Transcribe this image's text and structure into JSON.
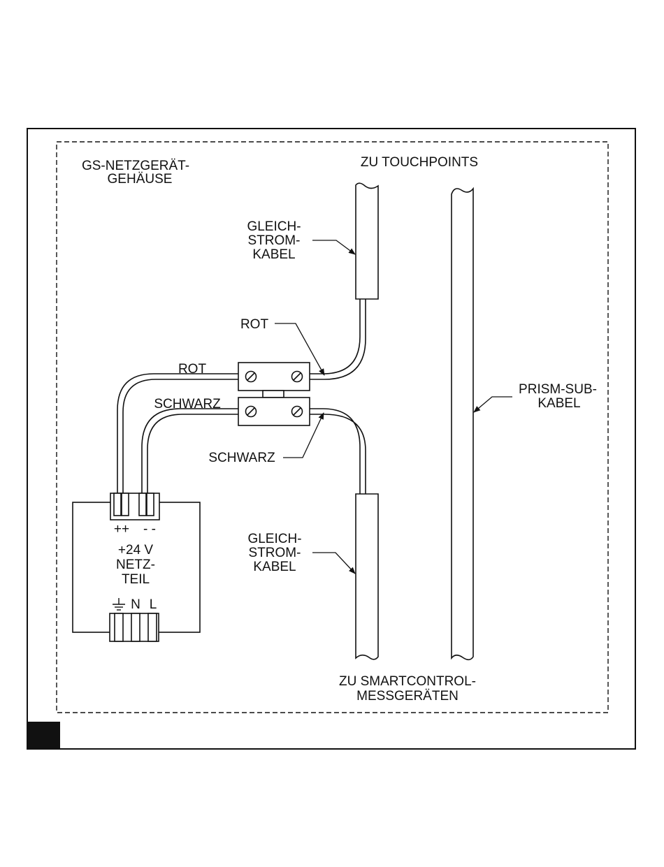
{
  "diagram": {
    "enclosure_label_1": "GS-NETZGERÄT-",
    "enclosure_label_2": "GEHÄUSE",
    "to_touchpoints": "ZU TOUCHPOINTS",
    "dc_cable_top": [
      "GLEICH-",
      "STROM-",
      "KABEL"
    ],
    "rot_top": "ROT",
    "rot_left": "ROT",
    "schwarz_left": "SCHWARZ",
    "schwarz_bottom": "SCHWARZ",
    "prism_cable": [
      "PRISM-SUB-",
      "KABEL"
    ],
    "dc_cable_bottom": [
      "GLEICH-",
      "STROM-",
      "KABEL"
    ],
    "psu_plus": "++",
    "psu_minus": "- -",
    "psu_label": [
      "+24 V",
      "NETZ-",
      "TEIL"
    ],
    "psu_n": "N",
    "psu_l": "L",
    "to_smartcontrol_1": "ZU SMARTCONTROL-",
    "to_smartcontrol_2": "MESSGERÄTEN"
  },
  "colors": {
    "line": "#111111",
    "background": "#ffffff"
  }
}
